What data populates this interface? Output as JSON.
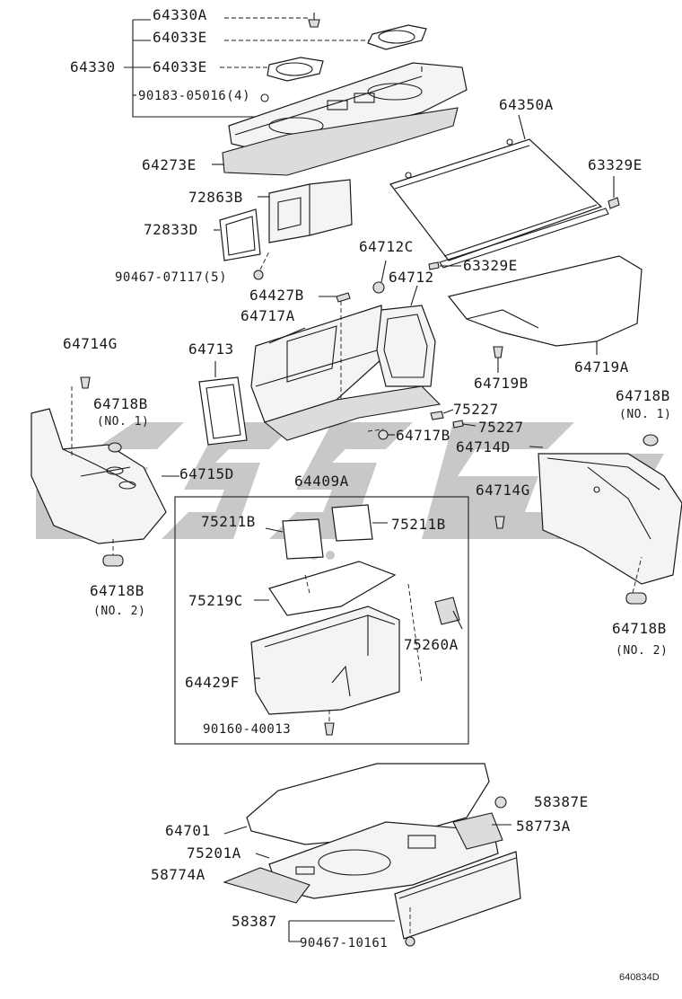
{
  "figure_code": "640834D",
  "labels": {
    "p64330A": "64330A",
    "p64033E_1": "64033E",
    "p64330": "64330",
    "p64033E_2": "64033E",
    "p90183": "90183-05016(4)",
    "p64350A": "64350A",
    "p64273E": "64273E",
    "p63329E_1": "63329E",
    "p72863B": "72863B",
    "p72833D": "72833D",
    "p64712C": "64712C",
    "p63329E_2": "63329E",
    "p90467_07117": "90467-07117(5)",
    "p64712": "64712",
    "p64427B": "64427B",
    "p64717A": "64717A",
    "p64714G_L": "64714G",
    "p64713": "64713",
    "p64719B": "64719B",
    "p64719A": "64719A",
    "p64718B_L1": "64718B",
    "no1_L": "(NO. 1)",
    "p75227_1": "75227",
    "p64718B_R1": "64718B",
    "no1_R": "(NO. 1)",
    "p75227_2": "75227",
    "p64717B": "64717B",
    "p64714D": "64714D",
    "p64715D": "64715D",
    "p64409A": "64409A",
    "p64714G_R": "64714G",
    "p75211B_L": "75211B",
    "p75211B_R": "75211B",
    "p64718B_L2": "64718B",
    "no2_L": "(NO. 2)",
    "p75219C": "75219C",
    "p75260A": "75260A",
    "p64718B_R2": "64718B",
    "no2_R": "(NO. 2)",
    "p64429F": "64429F",
    "p90160": "90160-40013",
    "p58387E": "58387E",
    "p64701": "64701",
    "p58773A": "58773A",
    "p75201A": "75201A",
    "p58774A": "58774A",
    "p58387": "58387",
    "p90467_10161": "90467-10161"
  }
}
